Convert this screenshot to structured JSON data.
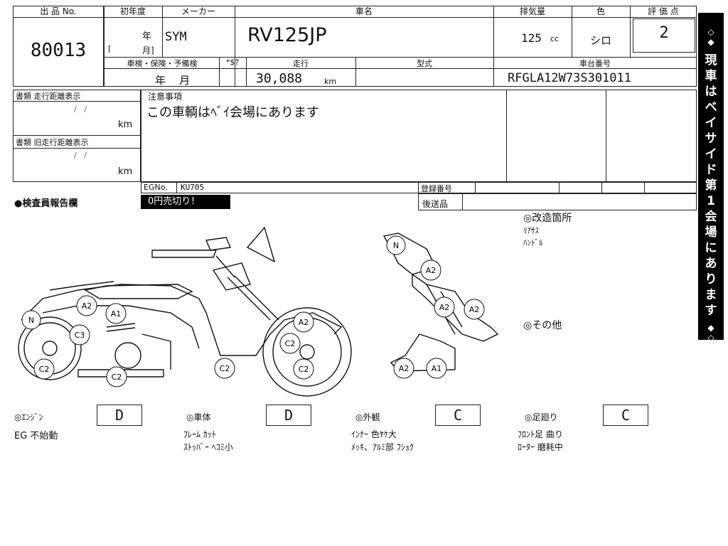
{
  "header": {
    "lot_label": "出 品 No.",
    "lot_no": "80013",
    "first_reg_label": "初年度",
    "first_reg_year": "年",
    "first_reg_month": "月]",
    "first_reg_bracket": "[",
    "maker_label": "メーカー",
    "maker": "SYM",
    "model_label": "車名",
    "model": "RV125JP",
    "displacement_label": "排気量",
    "displacement": "125",
    "displacement_unit": "cc",
    "color_label": "色",
    "color": "シロ",
    "score_label": "評 価 点",
    "score": "2"
  },
  "row2": {
    "inspection_label": "車検・保険・予備検",
    "inspection_value": "年    月",
    "price_label": "*$?",
    "mileage_label": "走行",
    "mileage": "30,088",
    "mileage_unit": "km",
    "type_label": "型式",
    "frame_label": "車台番号",
    "frame_no": "RFGLA12W73S301011"
  },
  "docs": {
    "doc1_label": "書類 走行距離表示",
    "doc1_slashes": "/   /",
    "doc1_unit": "km",
    "doc2_label": "書類 旧走行距離表示",
    "doc2_slashes": "/   /",
    "doc2_unit": "km"
  },
  "notes": {
    "label": "注意事項",
    "text": "この車輌はﾍﾞｲ会場にあります"
  },
  "egno": {
    "label": "EGNo.",
    "value": "KU705",
    "reg_label": "登録番号",
    "ship_label": "後送品"
  },
  "inspector": {
    "label": "●検査員報告欄",
    "badge": "0円売切り！"
  },
  "mods": {
    "title": "◎改造箇所",
    "items": [
      "ﾘｱｻｽ",
      "ﾊﾝﾄﾞﾙ"
    ],
    "other_title": "◎その他"
  },
  "diagram_marks": {
    "n1": "N",
    "a2_1": "A2",
    "a1_1": "A1",
    "c3": "C3",
    "c2_1": "C2",
    "c2_2": "C2",
    "a2_2": "A2",
    "c2_3": "C2",
    "c2_4": "C2",
    "c2_5": "C2",
    "n2": "N",
    "a2_3": "A2",
    "a2_4": "A2",
    "a2_5": "A2",
    "a2_6": "A2",
    "a1_2": "A1"
  },
  "grades": {
    "engine_label": "◎ｴﾝｼﾞﾝ",
    "engine_grade": "D",
    "engine_note1": "EG 不始動",
    "body_label": "◎車体",
    "body_grade": "D",
    "body_note1": "ﾌﾚｰﾑ ｶｯﾄ",
    "body_note2": "ｽﾄｯﾊﾟｰ ﾍｺﾐ小",
    "exterior_label": "◎外観",
    "exterior_grade": "C",
    "exterior_note1": "ｲﾝﾅｰ 色ﾔｹ大",
    "exterior_note2": "ﾒｯｷ、ｱﾙﾐ部 ﾌｼｮｸ",
    "chassis_label": "◎足廻り",
    "chassis_grade": "C",
    "chassis_note1": "ﾌﾛﾝﾄ足 曲り",
    "chassis_note2": "ﾛｰﾀｰ 磨耗中"
  },
  "side_banner": {
    "top": "◇◆",
    "chars": [
      "現",
      "車",
      "は",
      "ベ",
      "イ",
      "サ",
      "イ",
      "ド",
      "第",
      "1",
      "会",
      "場",
      "に",
      "あ",
      "り",
      "ま",
      "す"
    ],
    "bottom": "◆◇"
  }
}
